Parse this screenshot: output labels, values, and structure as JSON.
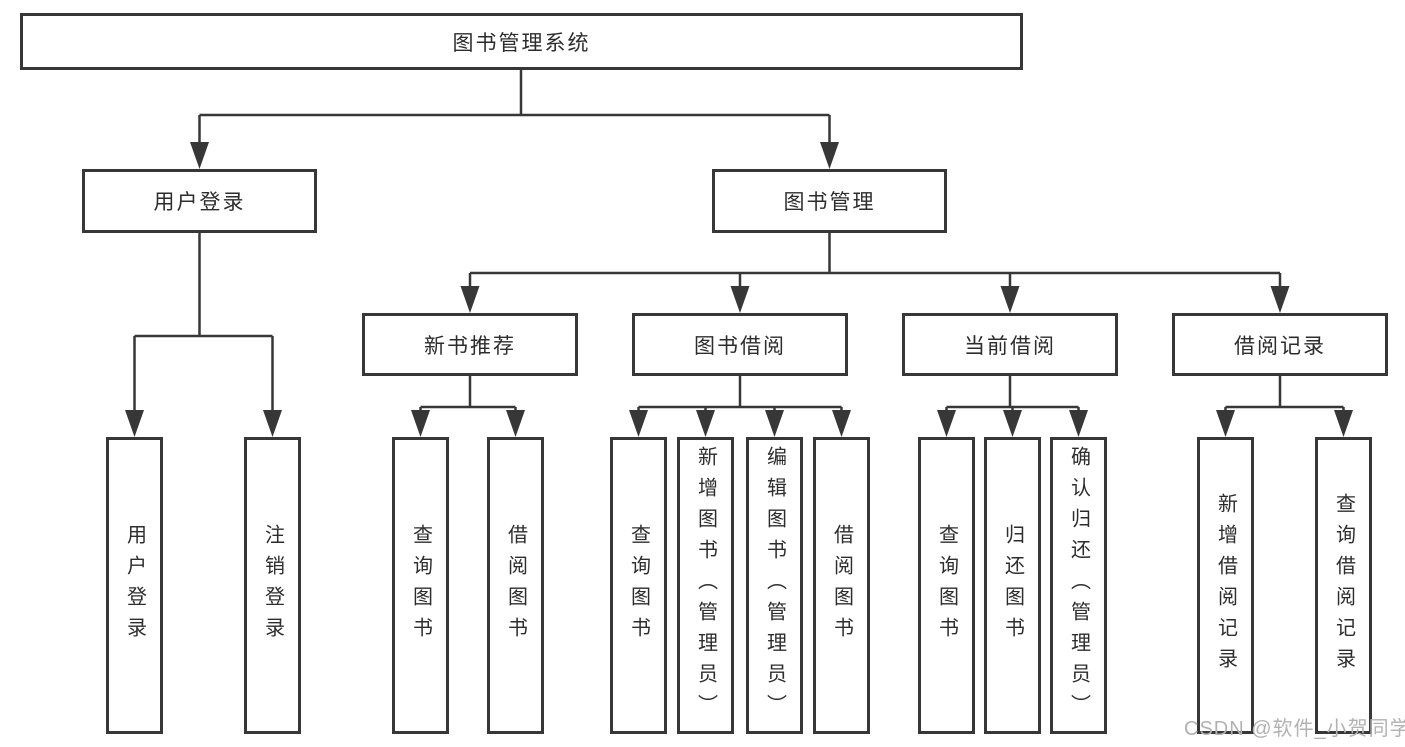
{
  "title": "图书管理系统",
  "level1": {
    "user_login": "用户登录",
    "book_mgmt": "图书管理"
  },
  "level2": {
    "new_book": "新书推荐",
    "book_borrow": "图书借阅",
    "current_borrow": "当前借阅",
    "borrow_record": "借阅记录"
  },
  "leaves": {
    "user_login": [
      "用户登录",
      "注销登录"
    ],
    "new_book": [
      "查询图书",
      "借阅图书"
    ],
    "book_borrow": [
      "查询图书",
      "新增图书（管理员）",
      "编辑图书（管理员）",
      "借阅图书"
    ],
    "current_borrow": [
      "查询图书",
      "归还图书",
      "确认归还（管理员）"
    ],
    "borrow_record": [
      "新增借阅记录",
      "查询借阅记录"
    ]
  },
  "watermark": "CSDN @软件_小贺同学",
  "colors": {
    "line": "#373737",
    "text": "#2d2d2d",
    "background": "#ffffff",
    "watermark": "#b2b2b2"
  }
}
